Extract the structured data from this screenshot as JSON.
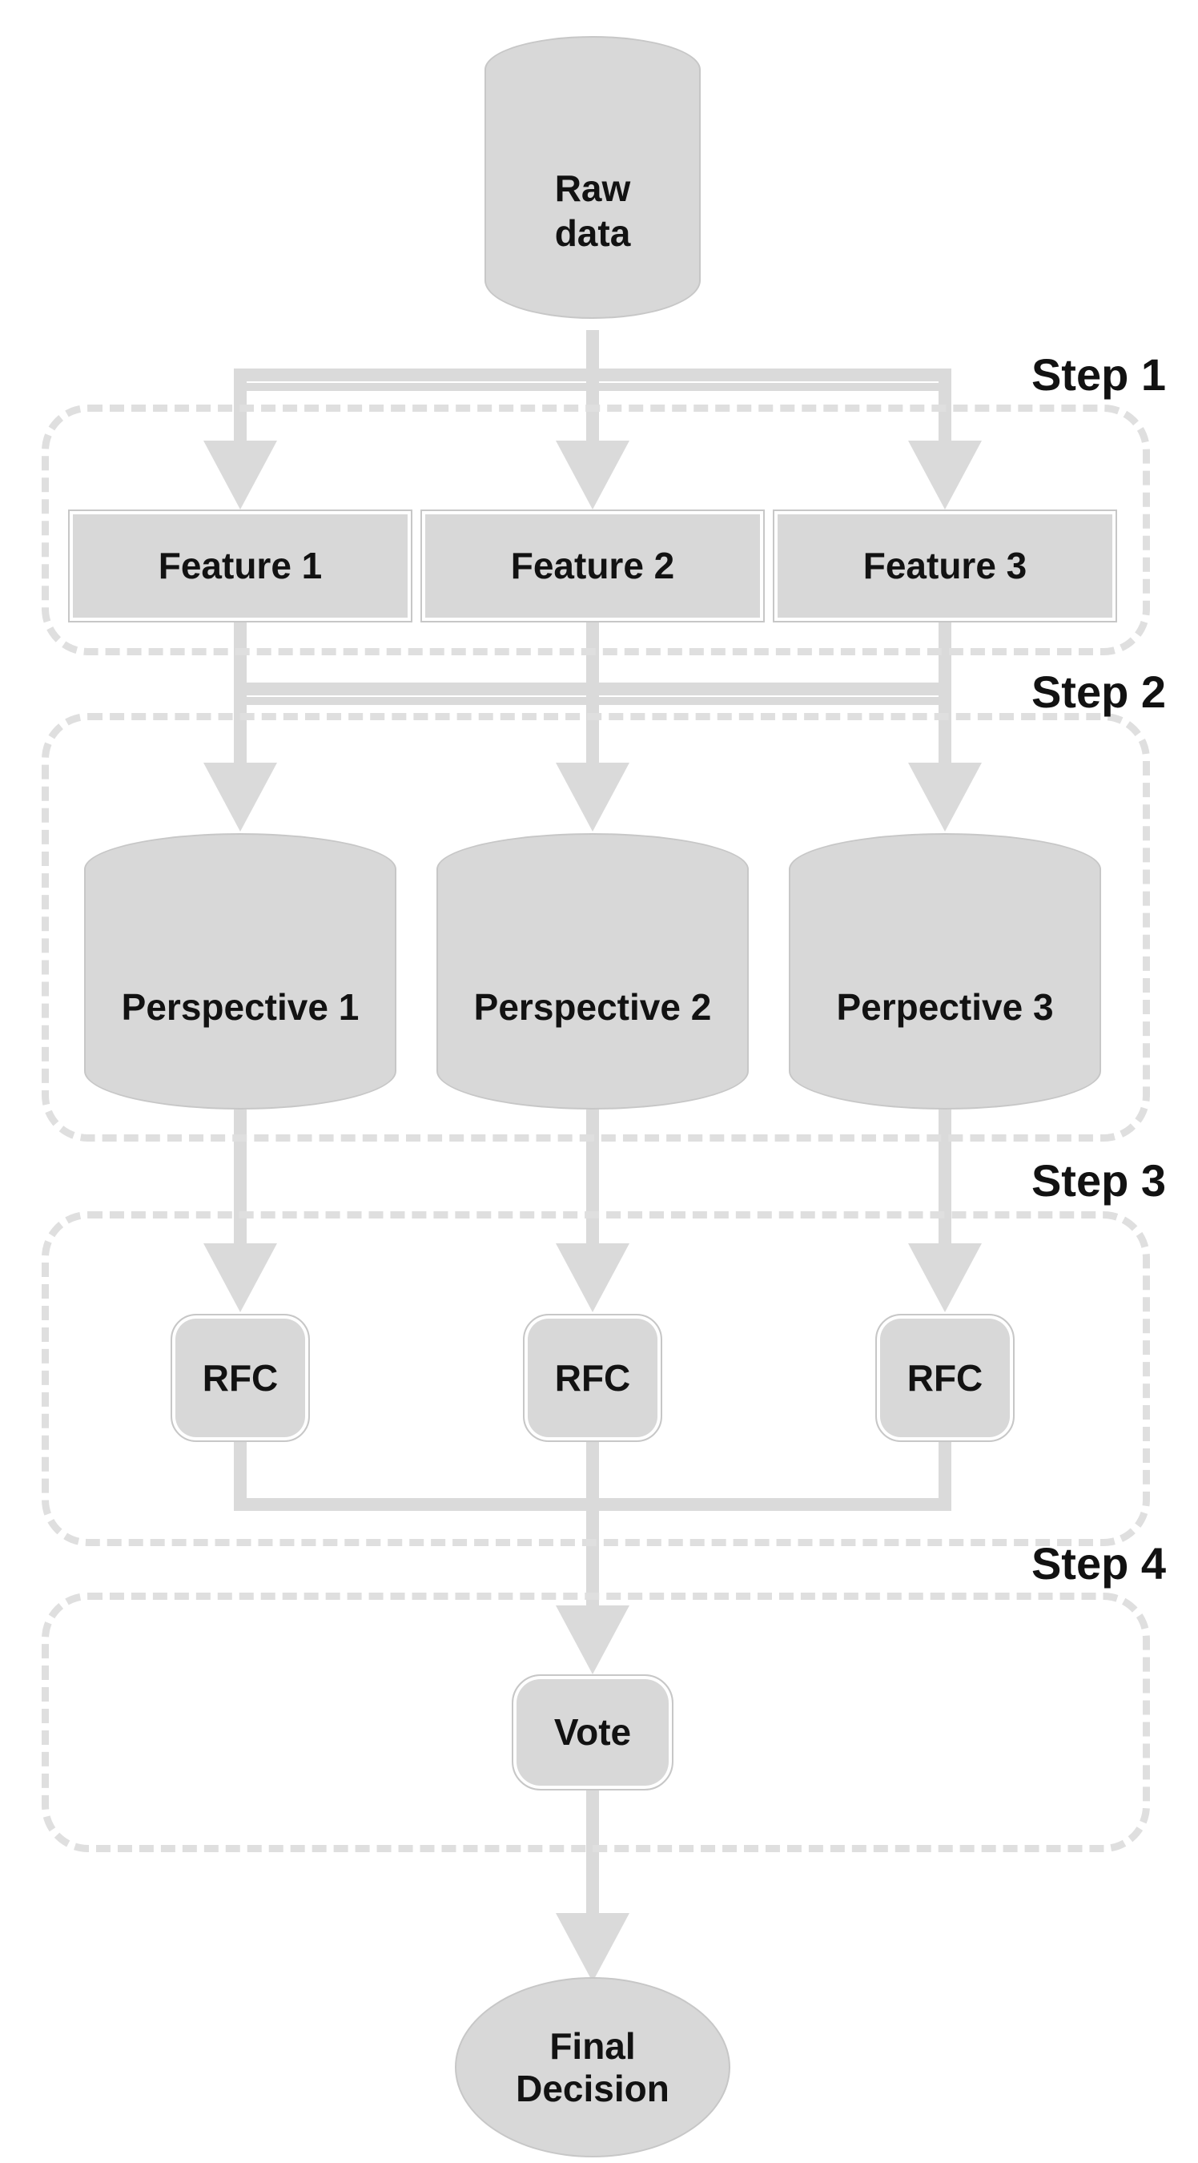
{
  "diagram": {
    "source": {
      "label": "Raw data",
      "shape": "database-cylinder"
    },
    "steps": [
      {
        "label": "Step 1",
        "nodes": [
          {
            "label": "Feature 1",
            "shape": "rectangle"
          },
          {
            "label": "Feature 2",
            "shape": "rectangle"
          },
          {
            "label": "Feature 3",
            "shape": "rectangle"
          }
        ]
      },
      {
        "label": "Step 2",
        "nodes": [
          {
            "label": "Perspective 1",
            "shape": "database-cylinder"
          },
          {
            "label": "Perspective 2",
            "shape": "database-cylinder"
          },
          {
            "label": "Perpective 3",
            "shape": "database-cylinder"
          }
        ]
      },
      {
        "label": "Step 3",
        "nodes": [
          {
            "label": "RFC",
            "shape": "rounded-rectangle"
          },
          {
            "label": "RFC",
            "shape": "rounded-rectangle"
          },
          {
            "label": "RFC",
            "shape": "rounded-rectangle"
          }
        ]
      },
      {
        "label": "Step 4",
        "nodes": [
          {
            "label": "Vote",
            "shape": "rounded-rectangle"
          }
        ]
      }
    ],
    "sink": {
      "label": "Final Decision",
      "shape": "ellipse"
    },
    "colors": {
      "background": "#ffffff",
      "shape_fill": "#d8d8d8",
      "shape_edge": "#c7c7c7",
      "connector": "#dadada",
      "dashed_frame": "#dfdfdf",
      "text": "#121212"
    }
  }
}
